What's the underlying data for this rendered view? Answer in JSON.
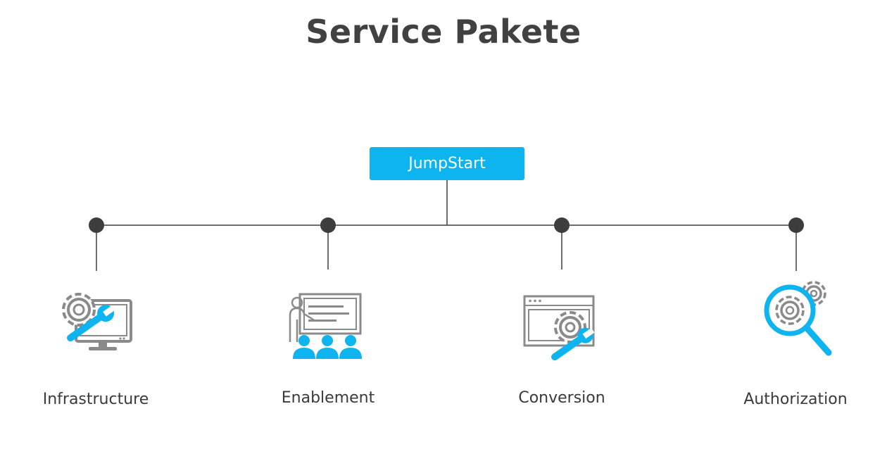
{
  "title": "Service Pakete",
  "root": {
    "label": "JumpStart"
  },
  "colors": {
    "accent": "#0db4f0",
    "line": "#3d3d3d",
    "icon_gray": "#8a8a8a",
    "text": "#3a3a3a"
  },
  "packages": [
    {
      "label": "Infrastructure",
      "icon": "gear-wrench-monitor-icon"
    },
    {
      "label": "Enablement",
      "icon": "presentation-audience-icon"
    },
    {
      "label": "Conversion",
      "icon": "browser-gear-wrench-icon"
    },
    {
      "label": "Authorization",
      "icon": "magnifier-gears-icon"
    }
  ]
}
